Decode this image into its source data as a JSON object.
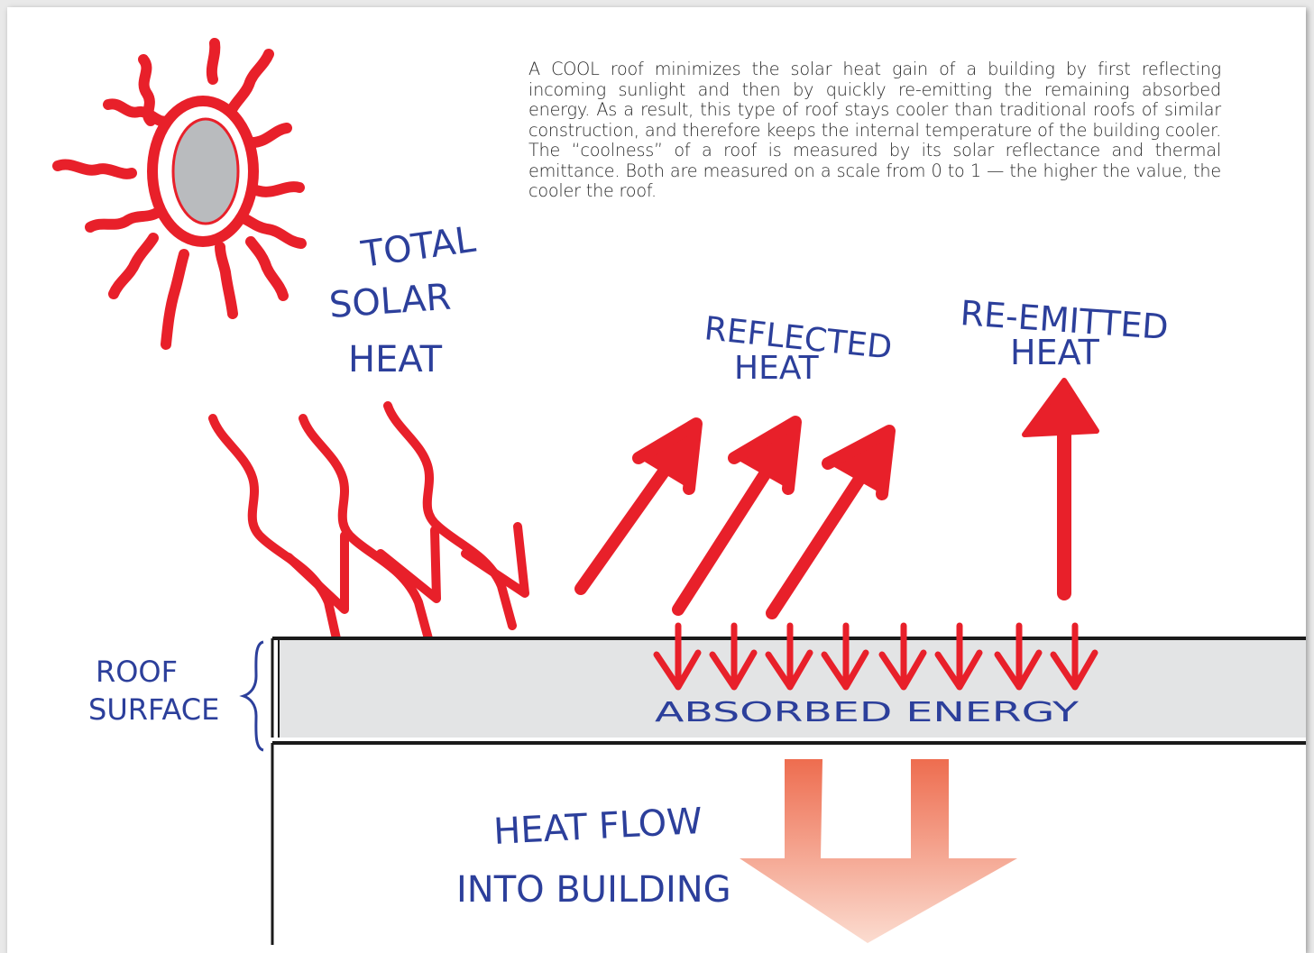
{
  "intro_text": "A COOL roof minimizes the solar heat gain of a building by first reflecting incoming sunlight and then by quickly re-emitting the remaining absorbed energy. As a result, this type of roof stays cooler than traditional roofs of similar construction, and therefore keeps the internal temperature of the building cooler. The “coolness” of a roof is measured by its solar reflectance and thermal emittance. Both are measured on a scale from 0 to 1 — the higher the value, the cooler the roof.",
  "labels": {
    "total_solar_heat": [
      "TOTAL",
      "SOLAR",
      "HEAT"
    ],
    "reflected_heat": [
      "REFLECTED",
      "HEAT"
    ],
    "re_emitted_heat": [
      "RE-EMITTED",
      "HEAT"
    ],
    "roof_surface": [
      "ROOF",
      "SURFACE"
    ],
    "absorbed_energy": "ABSORBED ENERGY",
    "heat_flow": [
      "HEAT FLOW",
      "INTO BUILDING"
    ]
  },
  "icons": {
    "sun": "sun-icon",
    "incoming": "wavy-down-arrow-icon",
    "reflected": "up-right-arrow-icon",
    "re_emitted": "up-arrow-icon",
    "absorbed": "down-arrow-icon",
    "heat_flow": "block-down-arrow-icon"
  },
  "colors": {
    "heat_red": "#e8202a",
    "ink_blue": "#2c3f9b",
    "roof_gray": "#e3e4e5",
    "sun_core": "#b9bbbe",
    "heat_flow_orange": "#f07a55"
  }
}
